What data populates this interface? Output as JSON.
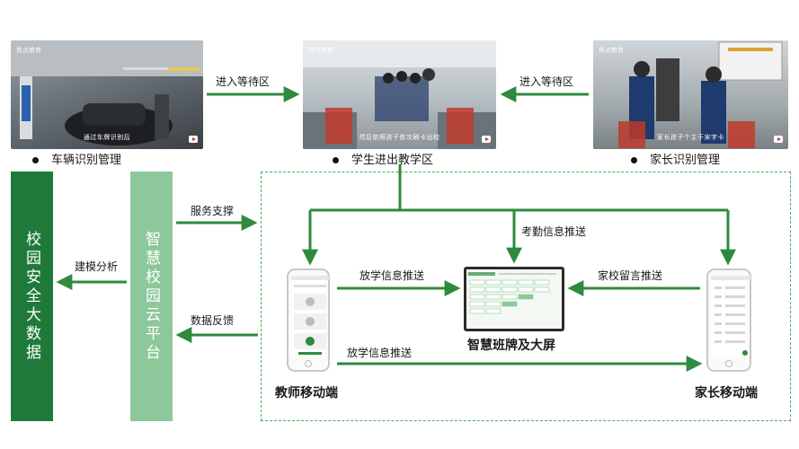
{
  "top_photos": [
    {
      "caption": "通过车牌识别后",
      "brand": "焦点教育"
    },
    {
      "caption": "然后依照孩子依次刷卡出校",
      "brand": "焦点教育"
    },
    {
      "caption": "家长孩子个主于宋字卡",
      "brand": "焦点教育"
    }
  ],
  "top_labels": {
    "vehicle": "车辆识别管理",
    "student": "学生进出教学区",
    "parent": "家长识别管理"
  },
  "top_arrows": {
    "left": "进入等待区",
    "right": "进入等待区"
  },
  "left_bars": {
    "bigdata": "校园安全大数据",
    "cloud": "智慧校园云平台"
  },
  "left_arrows": {
    "service": "服务支撑",
    "model": "建模分析",
    "feedback": "数据反馈"
  },
  "flow_labels": {
    "attendance": "考勤信息推送",
    "dismissal_top": "放学信息推送",
    "message": "家校留言推送",
    "dismissal_bottom": "放学信息推送"
  },
  "devices": {
    "teacher": "教师移动端",
    "board": "智慧班牌及大屏",
    "parent": "家长移动端"
  },
  "colors": {
    "green_dark": "#1f7a3a",
    "green_arrow": "#2e8b3e",
    "green_light": "#8cc89a",
    "dashed": "#4caf50"
  }
}
